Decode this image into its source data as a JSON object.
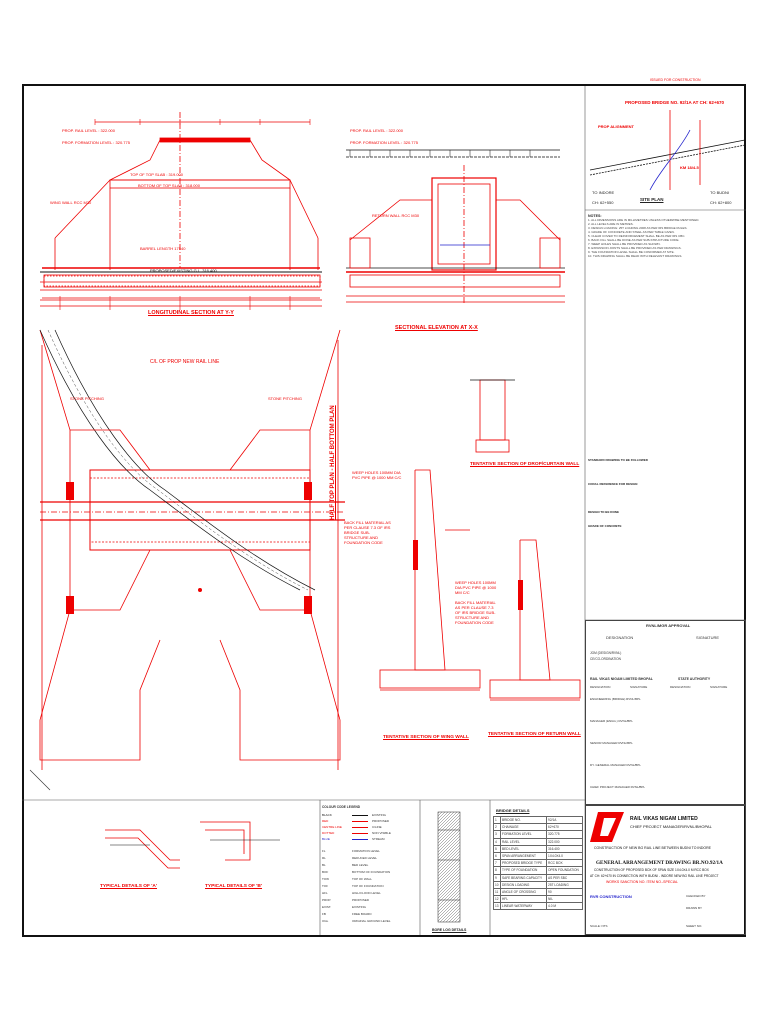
{
  "header": {
    "top_stamp": "ISSUED FOR CONSTRUCTION"
  },
  "sections": {
    "longitudinal": "LONGITUDINAL SECTION AT Y-Y",
    "sectional_elevation": "SECTIONAL ELEVATION AT X-X",
    "plan": "HALF TOP PLAN - HALF BOTTOM PLAN",
    "drop_wall": "TENTATIVE SECTION OF DROP/CURTAIN WALL",
    "wing_wall": "TENTATIVE SECTION OF WING WALL",
    "return_wall": "TENTATIVE SECTION OF RETURN WALL",
    "detail_a": "TYPICAL DETAILS OF 'A'",
    "detail_b": "TYPICAL DETAILS OF 'B'",
    "site_plan": "SITE PLAN",
    "bore_log": "BORE LOG DETAILS"
  },
  "labels": {
    "prop_rail_level": "PROP. RAIL LEVEL : 322.000",
    "prop_formation_level": "PROP. FORMATION LEVEL : 320.775",
    "top_of_top_slab": "TOP OF TOP SLAB : 319.000",
    "bottom_of_top_slab": "BOTTOM OF TOP SLAB : 318.000",
    "wing_wall_rcc": "WING WALL RCC M30",
    "return_wall_rcc": "RETURN WALL RCC M30",
    "barrel_length": "BARREL LENGTH 17540",
    "prop_ground": "PROPOSED/EXISTING G.L. 316.400",
    "cl_prop_rail": "C/L OF PROP NEW RAIL LINE",
    "stone_pitching": "STONE PITCHING",
    "back_fill": "BACK FILL MATERIAL AS PER CLAUSE 7.3 OF IRS BRIDGE SUB-STRUCTURE AND FOUNDATION CODE",
    "weep_holes": "WEEP HOLES 100MM DIA PVC PIPE @ 1000 MM C/C",
    "to_indore": "TO INDORE",
    "to_budni": "TO BUDNI",
    "ch_left": "CH: 62+550",
    "ch_right": "CH: 62+800",
    "km": "KM 18/4-5",
    "site_brief": "PROPOSED BRIDGE NO. 92/1A AT CH: 62+670",
    "prop_alignment": "PROP ALIGNMENT"
  },
  "notes": {
    "heading": "NOTES:",
    "items": [
      "1. ALL DIMENSIONS ARE IN MILLIMETRES UNLESS OTHERWISE MENTIONED.",
      "2. ALL LEVELS ARE IN METRES.",
      "3. DESIGN LOADING: 25T LOADING 2008 AS PER IRS BRIDGE RULES.",
      "4. GRADE OF CONCRETE AND STEEL AS PER TABLE GIVEN.",
      "5. CLEAR COVER TO REINFORCEMENT SHALL BE AS PER IRS CBC.",
      "6. BACK FILL SHALL BE DONE AS PER SUB-STRUCTURE CODE.",
      "7. WEEP HOLES SHALL BE PROVIDED AS SHOWN.",
      "8. EXPANSION JOINTS SHALL BE PROVIDED AS PER DRAWINGS.",
      "9. THE FOUNDATION LEVEL SHALL BE CONFIRMED AT SITE.",
      "10. THIS DRAWING SHALL BE READ WITH RELEVANT DRAWINGS."
    ],
    "standards_heading": "STANDARD DRAWING TO BE FOLLOWED",
    "codal_heading": "CODAL REFERENCE FOR DESIGN",
    "design_heading": "DESIGN TO BE DONE",
    "grade_heading": "GRADE OF CONCRETE"
  },
  "approval": {
    "heading": "RVNL/MGR APPROVAL",
    "col1": "DESIGNATION",
    "col2": "SIGNATURE",
    "rows": [
      {
        "designation": "JGM (DESIGN/RVNL)",
        "sub": "CE/CO-ORDINATION"
      },
      {
        "designation": "RAIL VIKAS NIGAM LIMITED BHOPAL",
        "sub": "STATE AUTHORITY"
      }
    ],
    "sub_cols": [
      "DESIGNATION",
      "SIGNATURE",
      "DESIGNATION",
      "SIGNATURE"
    ],
    "names": [
      "ENGINEERING (BRIDGE) RVNL/BPL",
      "MANAGER (ENGG.) RVNL/BPL",
      "SENIOR MANAGER RVNL/BPL",
      "DY. GENERAL MANAGER RVNL/BPL",
      "CHIEF PROJECT MANAGER RVNL/BPL"
    ]
  },
  "client": {
    "name": "RAIL VIKAS NIGAM LIMITED",
    "office": "CHIEF PROJECT MANAGER/RVNL/BHOPAL",
    "project": "CONSTRUCTION OF NEW BG RAIL LINE BETWEEN BUDNI TO INDORE"
  },
  "drawing": {
    "title": "GENERAL ARRANGEMENT DRAWING BR.NO.92/1A",
    "desc1": "CONSTRUCTION OF PROPOSED BOX OF SPAN SIZE 1X4.0X4.0 M RCC BOX",
    "desc2": "AT CH: 62+670 IN CONNECTION WITH BUDNI - INDORE NEW BG RAIL LINE PROJECT",
    "works": "WORKS SANCTION NO. ITEM NO.-SPECIAL",
    "contractor": "RVR CONSTRUCTION",
    "drawn": "DRAWN BY",
    "checked": "CHECKED BY",
    "scale": "SCALE: NTS",
    "sheet": "SHEET NO."
  },
  "legend": {
    "heading": "COLOUR CODE LEGEND",
    "items": [
      {
        "name": "BLACK",
        "meaning": "EXISTING",
        "color": "#111"
      },
      {
        "name": "RED",
        "meaning": "PROPOSED",
        "color": "#e00"
      },
      {
        "name": "CENTRE LINE",
        "meaning": "C/LINE",
        "color": "#e00"
      },
      {
        "name": "DOTTED",
        "meaning": "NON VISIBLE",
        "color": "#e00"
      },
      {
        "name": "BLUE",
        "meaning": "STREAM",
        "color": "#22c"
      }
    ],
    "abbr": [
      [
        "FL",
        "FORMATION LEVEL"
      ],
      [
        "RL",
        "REDUCED LEVEL"
      ],
      [
        "BL",
        "BED LEVEL"
      ],
      [
        "BOF",
        "BOTTOM OF FOUNDATION"
      ],
      [
        "TOW",
        "TOP OF WALL"
      ],
      [
        "TOF",
        "TOP OF FOUNDATION"
      ],
      [
        "HFL",
        "HIGH FLOOD LEVEL"
      ],
      [
        "PROP.",
        "PROPOSED"
      ],
      [
        "EXIST.",
        "EXISTING"
      ],
      [
        "FB",
        "FREE BOARD"
      ],
      [
        "OGL",
        "ORIGINAL GROUND LEVEL"
      ]
    ]
  },
  "bridge_details": {
    "heading": "BRIDGE DETAILS",
    "rows": [
      [
        "1",
        "BRIDGE NO.",
        "92/1A"
      ],
      [
        "2",
        "CHAINAGE",
        "62+670"
      ],
      [
        "3",
        "FORMATION LEVEL",
        "320.775"
      ],
      [
        "4",
        "RAIL LEVEL",
        "322.000"
      ],
      [
        "5",
        "BED LEVEL",
        "316.400"
      ],
      [
        "6",
        "SPAN ARRANGEMENT",
        "1X4.0X4.0"
      ],
      [
        "7",
        "PROPOSED BRIDGE TYPE",
        "RCC BOX"
      ],
      [
        "8",
        "TYPE OF FOUNDATION",
        "OPEN FOUNDATION"
      ],
      [
        "9",
        "SAFE BEARING CAPACITY",
        "AS PER SBC"
      ],
      [
        "10",
        "DESIGN LOADING",
        "25T LOADING"
      ],
      [
        "11",
        "ANGLE OF CROSSING",
        "90"
      ],
      [
        "12",
        "HFL",
        "NIL"
      ],
      [
        "13",
        "LINEAR WATERWAY",
        "4.0 M"
      ]
    ]
  }
}
